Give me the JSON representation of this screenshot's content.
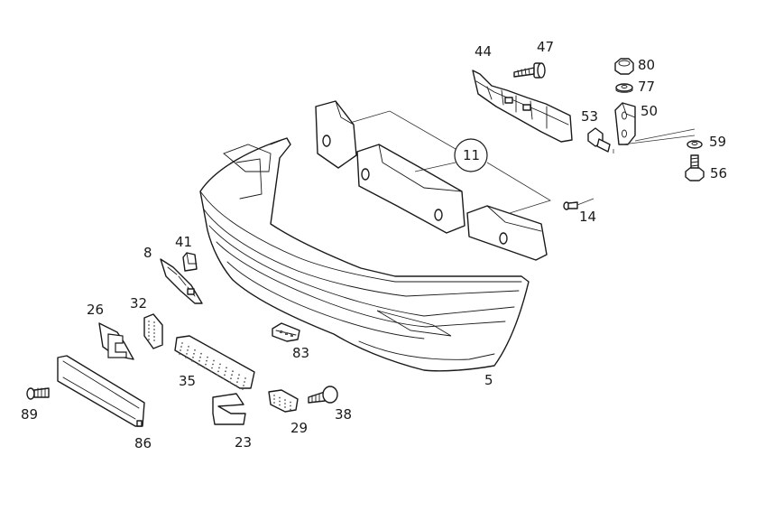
{
  "diagram": {
    "callouts": {
      "p5": "5",
      "p8": "8",
      "p11": "11",
      "p14": "14",
      "p23": "23",
      "p26": "26",
      "p29": "29",
      "p32": "32",
      "p35": "35",
      "p38": "38",
      "p41": "41",
      "p44": "44",
      "p47": "47",
      "p50": "50",
      "p53": "53",
      "p56": "56",
      "p59": "59",
      "p77": "77",
      "p80": "80",
      "p83": "83",
      "p86": "86",
      "p89": "89"
    }
  }
}
